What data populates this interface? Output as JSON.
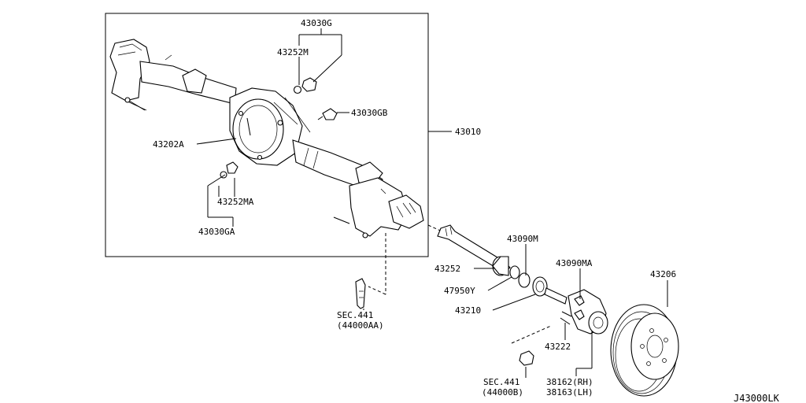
{
  "labels": {
    "p43030G": "43030G",
    "p43252M": "43252M",
    "p43030GB": "43030GB",
    "p43010": "43010",
    "p43202A": "43202A",
    "p43252MA": "43252MA",
    "p43030GA": "43030GA",
    "p43090M": "43090M",
    "p43252": "43252",
    "p47950Y": "47950Y",
    "p43090MA": "43090MA",
    "p43210": "43210",
    "p43206": "43206",
    "p43222": "43222",
    "sec441_a_line1": "SEC.441",
    "sec441_a_line2": "(44000AA)",
    "sec441_b_line1": "SEC.441",
    "sec441_b_line2": "(44000B)",
    "p38162": "38162(RH)",
    "p38163": "38163(LH)",
    "diagram_id": "J43000LK"
  }
}
